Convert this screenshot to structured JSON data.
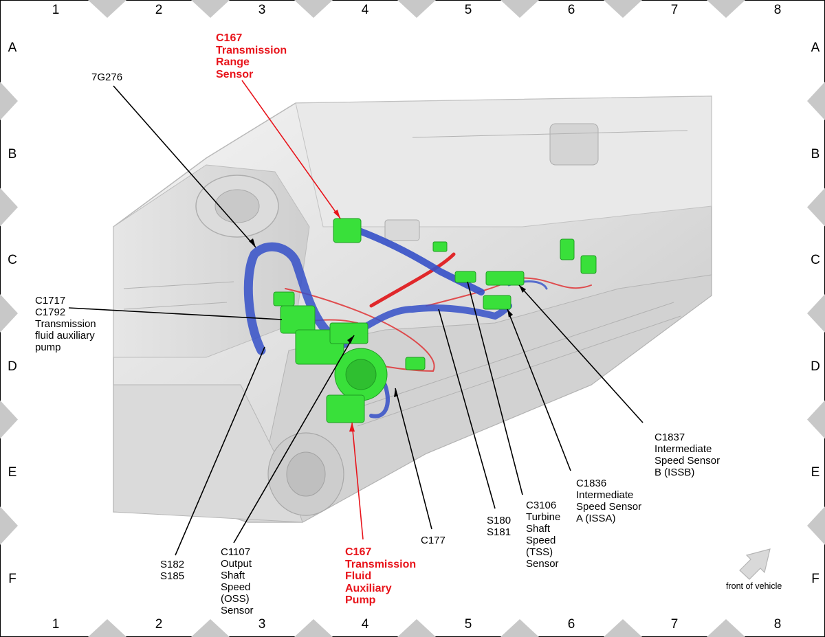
{
  "grid": {
    "columns": [
      "1",
      "2",
      "3",
      "4",
      "5",
      "6",
      "7",
      "8"
    ],
    "rows": [
      "A",
      "B",
      "C",
      "D",
      "E",
      "F"
    ]
  },
  "colors": {
    "harness_blue": "#3550c8",
    "harness_red": "#e0282b",
    "connector_green": "#39e03a",
    "callout_red": "#e8141b",
    "marker_gray": "#c8c8c8"
  },
  "callouts": {
    "c167_range": "C167\nTransmission\nRange\nSensor",
    "harness_7g276": "7G276",
    "c1717_c1792": "C1717\nC1792\nTransmission\nfluid auxiliary\npump",
    "s182_s185": "S182\nS185",
    "c1107_oss": "C1107\nOutput\nShaft\nSpeed\n(OSS)\nSensor",
    "c167_pump": "C167\nTransmission\nFluid\nAuxiliary\nPump",
    "c177": "C177",
    "s180_s181": "S180\nS181",
    "c3106_tss": "C3106\nTurbine\nShaft\nSpeed\n(TSS)\nSensor",
    "c1836_issa": "C1836\nIntermediate\nSpeed Sensor\nA (ISSA)",
    "c1837_issb": "C1837\nIntermediate\nSpeed Sensor\nB (ISSB)"
  },
  "front_indicator": {
    "label": "front of vehicle",
    "icon": "arrow-up-right-icon"
  }
}
